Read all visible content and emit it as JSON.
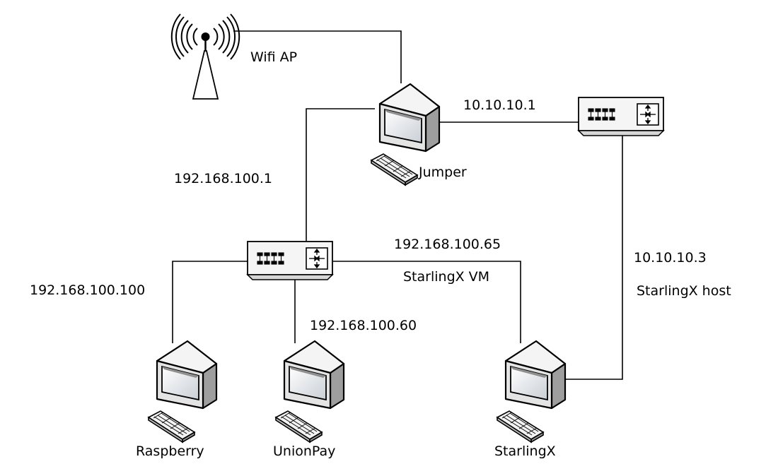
{
  "nodes": {
    "wifi_ap": {
      "label": "Wifi AP"
    },
    "jumper": {
      "label": "Jumper"
    },
    "raspberry": {
      "label": "Raspberry"
    },
    "unionpay": {
      "label": "UnionPay"
    },
    "starlingx": {
      "label": "StarlingX"
    }
  },
  "annotations": {
    "jumper_ext_ip": "10.10.10.1",
    "jumper_int_ip": "192.168.100.1",
    "starlingx_vm_ip": "192.168.100.65",
    "starlingx_vm_label": "StarlingX VM",
    "raspberry_ip": "192.168.100.100",
    "unionpay_ip": "192.168.100.60",
    "starlingx_host_ip": "10.10.10.3",
    "starlingx_host_label": "StarlingX host"
  },
  "colors": {
    "line": "#000000",
    "device_light": "#eeeeee",
    "device_dark": "#c8c8c8",
    "screen": "#ffffff"
  },
  "icons": {
    "wifi_ap": "antenna-icon",
    "switch": "switch-icon",
    "workstation": "workstation-icon"
  }
}
